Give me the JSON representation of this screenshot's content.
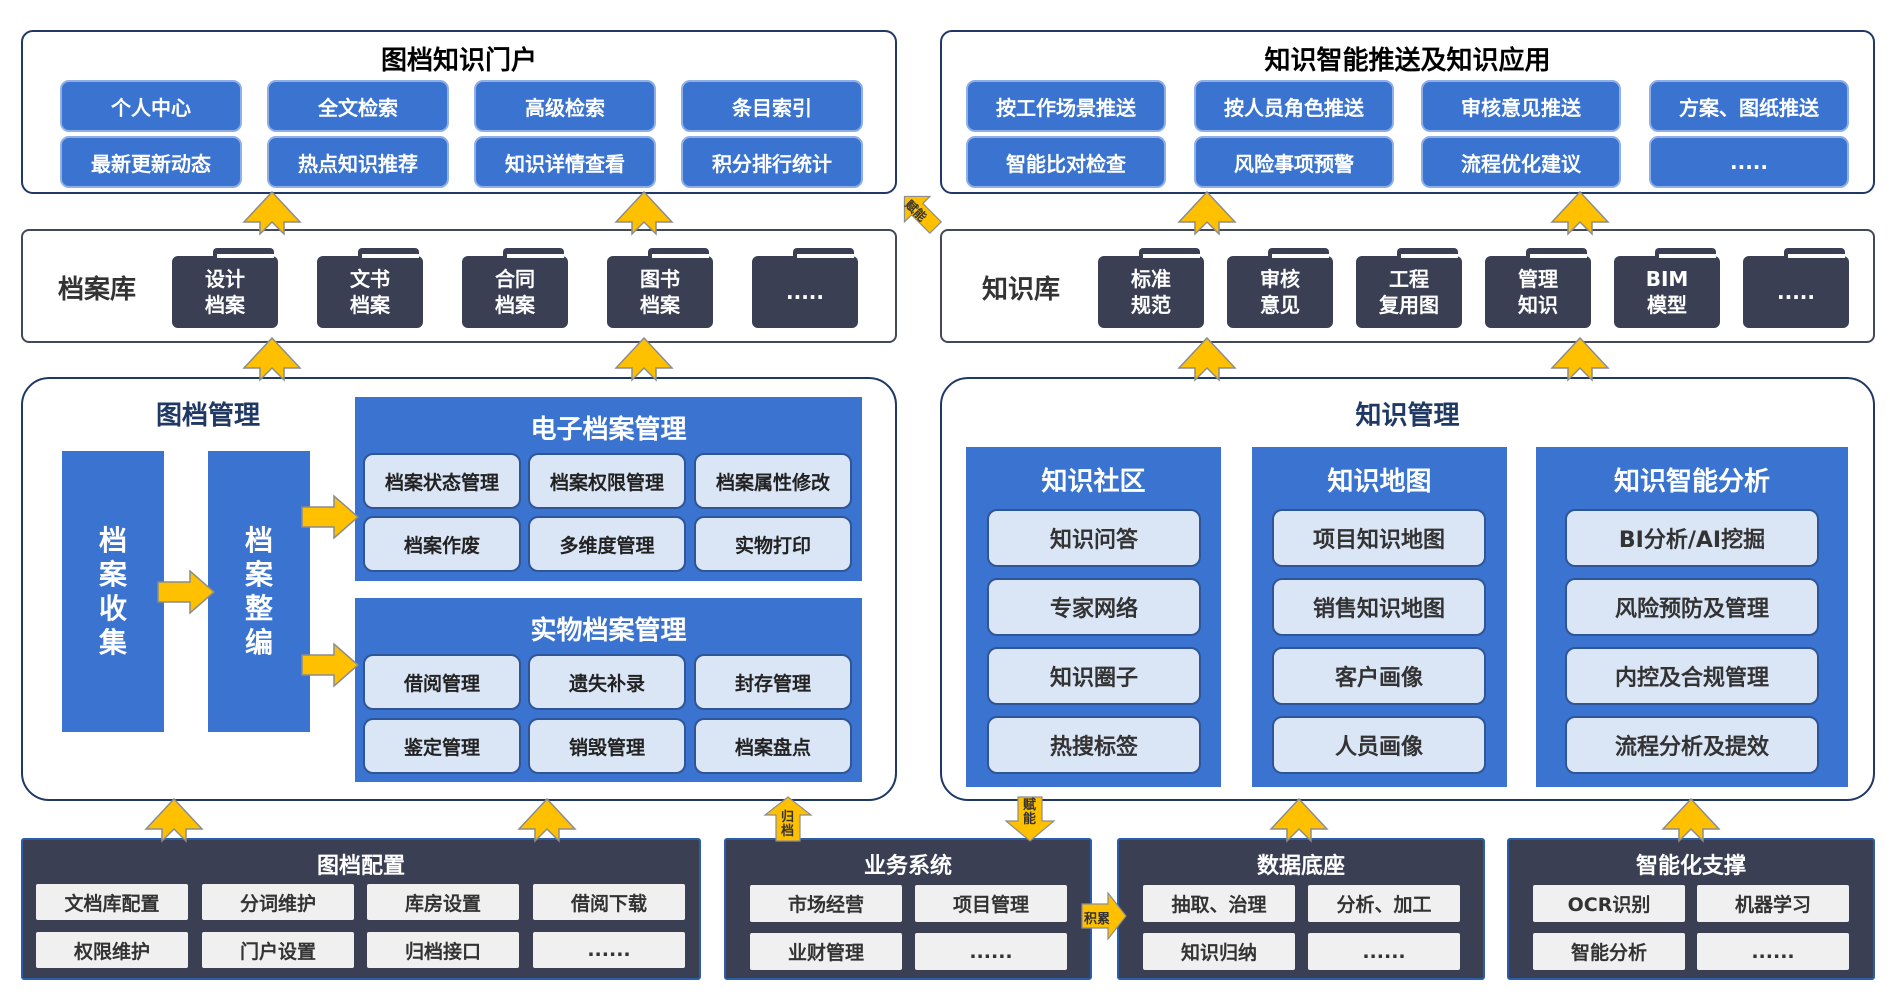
{
  "portal": {
    "title": "图档知识门户",
    "buttons": [
      "个人中心",
      "全文检索",
      "高级检索",
      "条目索引",
      "最新更新动态",
      "热点知识推荐",
      "知识详情查看",
      "积分排行统计"
    ]
  },
  "push": {
    "title": "知识智能推送及知识应用",
    "buttons": [
      "按工作场景推送",
      "按人员角色推送",
      "审核意见推送",
      "方案、图纸推送",
      "智能比对检查",
      "风险事项预警",
      "流程优化建议",
      "....."
    ]
  },
  "archive_lib": {
    "label": "档案库",
    "folders": [
      "设计\n档案",
      "文书\n档案",
      "合同\n档案",
      "图书\n档案",
      "....."
    ]
  },
  "knowledge_lib": {
    "label": "知识库",
    "folders": [
      "标准\n规范",
      "审核\n意见",
      "工程\n复用图",
      "管理\n知识",
      "BIM\n模型",
      "....."
    ]
  },
  "archive_mgmt": {
    "title": "图档管理",
    "collect": "档\n案\n收\n集",
    "organize": "档\n案\n整\n编",
    "electronic": {
      "title": "电子档案管理",
      "items": [
        "档案状态管理",
        "档案权限管理",
        "档案属性修改",
        "档案作废",
        "多维度管理",
        "实物打印"
      ]
    },
    "physical": {
      "title": "实物档案管理",
      "items": [
        "借阅管理",
        "遗失补录",
        "封存管理",
        "鉴定管理",
        "销毁管理",
        "档案盘点"
      ]
    }
  },
  "knowledge_mgmt": {
    "title": "知识管理",
    "columns": [
      {
        "title": "知识社区",
        "items": [
          "知识问答",
          "专家网络",
          "知识圈子",
          "热搜标签"
        ]
      },
      {
        "title": "知识地图",
        "items": [
          "项目知识地图",
          "销售知识地图",
          "客户画像",
          "人员画像"
        ]
      },
      {
        "title": "知识智能分析",
        "items": [
          "BI分析/AI挖掘",
          "风险预防及管理",
          "内控及合规管理",
          "流程分析及提效"
        ]
      }
    ]
  },
  "bottom": {
    "config": {
      "title": "图档配置",
      "items": [
        "文档库配置",
        "分词维护",
        "库房设置",
        "借阅下载",
        "权限维护",
        "门户设置",
        "归档接口",
        "......"
      ]
    },
    "business": {
      "title": "业务系统",
      "items": [
        "市场经营",
        "项目管理",
        "业财管理",
        "......"
      ]
    },
    "data": {
      "title": "数据底座",
      "items": [
        "抽取、治理",
        "分析、加工",
        "知识归纳",
        "......"
      ]
    },
    "ai": {
      "title": "智能化支撑",
      "items": [
        "OCR识别",
        "机器学习",
        "智能分析",
        "......"
      ]
    }
  },
  "arrow_labels": {
    "empower_top": "赋能",
    "archive": "归档",
    "empower_bottom": "赋能",
    "accumulate": "积累"
  },
  "colors": {
    "primary_blue": "#3a74d0",
    "light_blue": "#dae5f6",
    "dark_slate": "#3b3f54",
    "arrow_yellow": "#ffc000",
    "navy": "#1f3864"
  }
}
